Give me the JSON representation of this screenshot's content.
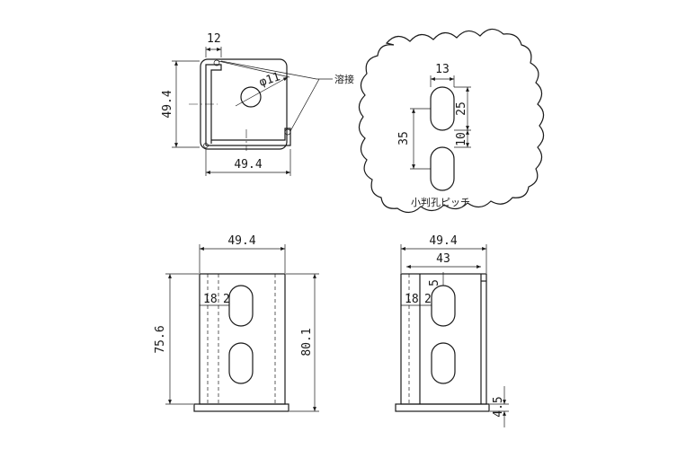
{
  "top_view": {
    "dim_width_top": "12",
    "dim_height": "49.4",
    "dim_width_bottom": "49.4",
    "dim_hole": "φ11",
    "weld_label": "溶接"
  },
  "detail": {
    "dim_slot_width": "13",
    "dim_slot_len": "25",
    "dim_gap": "10",
    "dim_pitch": "35",
    "caption": "小判孔ピッチ"
  },
  "front_view": {
    "dim_width": "49.4",
    "dim_offset_a": "18",
    "dim_offset_b": "2",
    "dim_height_left": "75.6",
    "dim_height_right": "80.1"
  },
  "side_view": {
    "dim_width": "49.4",
    "dim_inner": "43",
    "dim_offset_a": "18",
    "dim_offset_b": "2",
    "dim_small": "5",
    "dim_base": "4.5"
  }
}
